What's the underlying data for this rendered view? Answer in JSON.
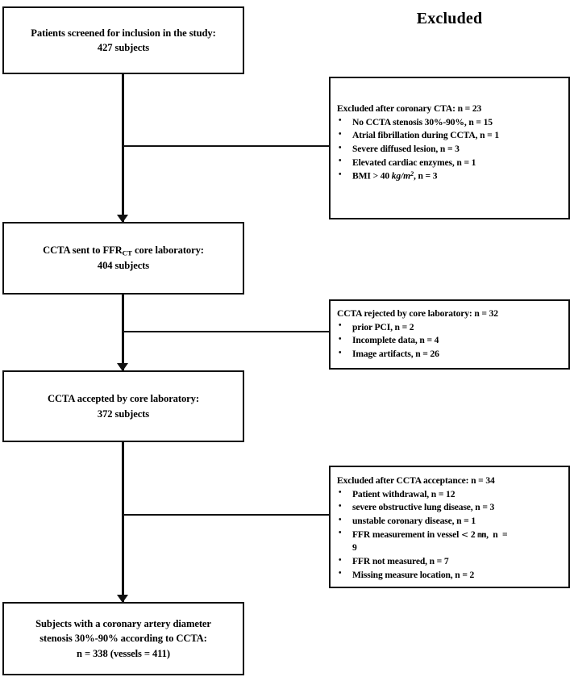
{
  "title": {
    "excluded": "Excluded"
  },
  "flow": {
    "boxes": [
      {
        "id": "screened",
        "line1": "Patients screened for inclusion in the study:",
        "line2": "427 subjects"
      },
      {
        "id": "sent-to-core-lab",
        "line1_a": "CCTA sent to FFR",
        "line1_sub": "CT",
        "line1_b": " core laboratory:",
        "line2": "404 subjects"
      },
      {
        "id": "accepted-by-core-lab",
        "line1": "CCTA accepted by core laboratory:",
        "line2": "372 subjects"
      },
      {
        "id": "final-cohort",
        "line1": "Subjects with a coronary artery diameter",
        "line2": "stenosis 30%-90% according to  CCTA:",
        "line3": "n = 338 (vessels = 411)"
      }
    ]
  },
  "exclusions": [
    {
      "id": "after-coronary-cta",
      "header": "Excluded after coronary CTA:  n = 23",
      "items": [
        {
          "text": "No CCTA stenosis 30%-90%, n = 15"
        },
        {
          "text": "Atrial fibrillation during CCTA, n = 1"
        },
        {
          "text": "Severe diffused lesion, n = 3"
        },
        {
          "text": "Elevated cardiac enzymes, n = 1"
        },
        {
          "prefix": "BMI > 40 ",
          "unit_num": "kg",
          "unit_slash": "/",
          "unit_den": "m",
          "unit_exp": "2",
          "suffix": ", n = 3"
        }
      ]
    },
    {
      "id": "rejected-by-core-lab",
      "header": "CCTA rejected by core laboratory: n = 32",
      "items": [
        {
          "text": "prior PCI, n = 2"
        },
        {
          "text": "Incomplete data, n = 4"
        },
        {
          "text": "Image artifacts, n = 26"
        }
      ]
    },
    {
      "id": "after-cta-acceptance",
      "header": "Excluded after CCTA acceptance: n = 34",
      "items": [
        {
          "text": "Patient withdrawal, n = 12"
        },
        {
          "text": "severe obstructive lung disease, n = 3"
        },
        {
          "text": "unstable coronary disease, n = 1"
        },
        {
          "prefix": "FFR measurement in vessel ",
          "lt": "<",
          "mid": " 2 ",
          "unit": "mm",
          "suffix": ",  n =",
          "wrap": "9"
        },
        {
          "text": "FFR not measured, n = 7"
        },
        {
          "text": "Missing measure location, n = 2"
        }
      ]
    }
  ]
}
